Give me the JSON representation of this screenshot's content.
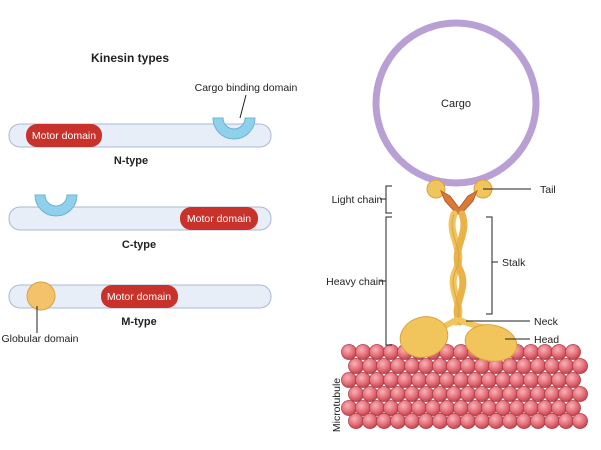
{
  "left_panel": {
    "title": "Kinesin types",
    "cargo_binding_label": "Cargo binding domain",
    "n_type": {
      "motor_label": "Motor domain",
      "type_label": "N-type"
    },
    "c_type": {
      "motor_label": "Motor domain",
      "type_label": "C-type"
    },
    "m_type": {
      "motor_label": "Motor domain",
      "type_label": "M-type",
      "globular_label": "Globular domain"
    }
  },
  "right_panel": {
    "cargo_label": "Cargo",
    "light_chain_label": "Light chain",
    "heavy_chain_label": "Heavy chain",
    "tail_label": "Tail",
    "stalk_label": "Stalk",
    "neck_label": "Neck",
    "head_label": "Head",
    "microtubule_label": "Microtubule"
  },
  "colors": {
    "bar_fill": "#e8eef8",
    "bar_stroke": "#a9b8d3",
    "motor_domain": "#c8322a",
    "cargo_binding": "#8fd0ec",
    "globular": "#f3c26b",
    "cargo_ring": "#b8a0d4",
    "kinesin_yellow": "#f2c45c",
    "tail_orange": "#d97a3a",
    "microtubule_red": "#e0606a",
    "microtubule_pink": "#f3a2a8"
  }
}
